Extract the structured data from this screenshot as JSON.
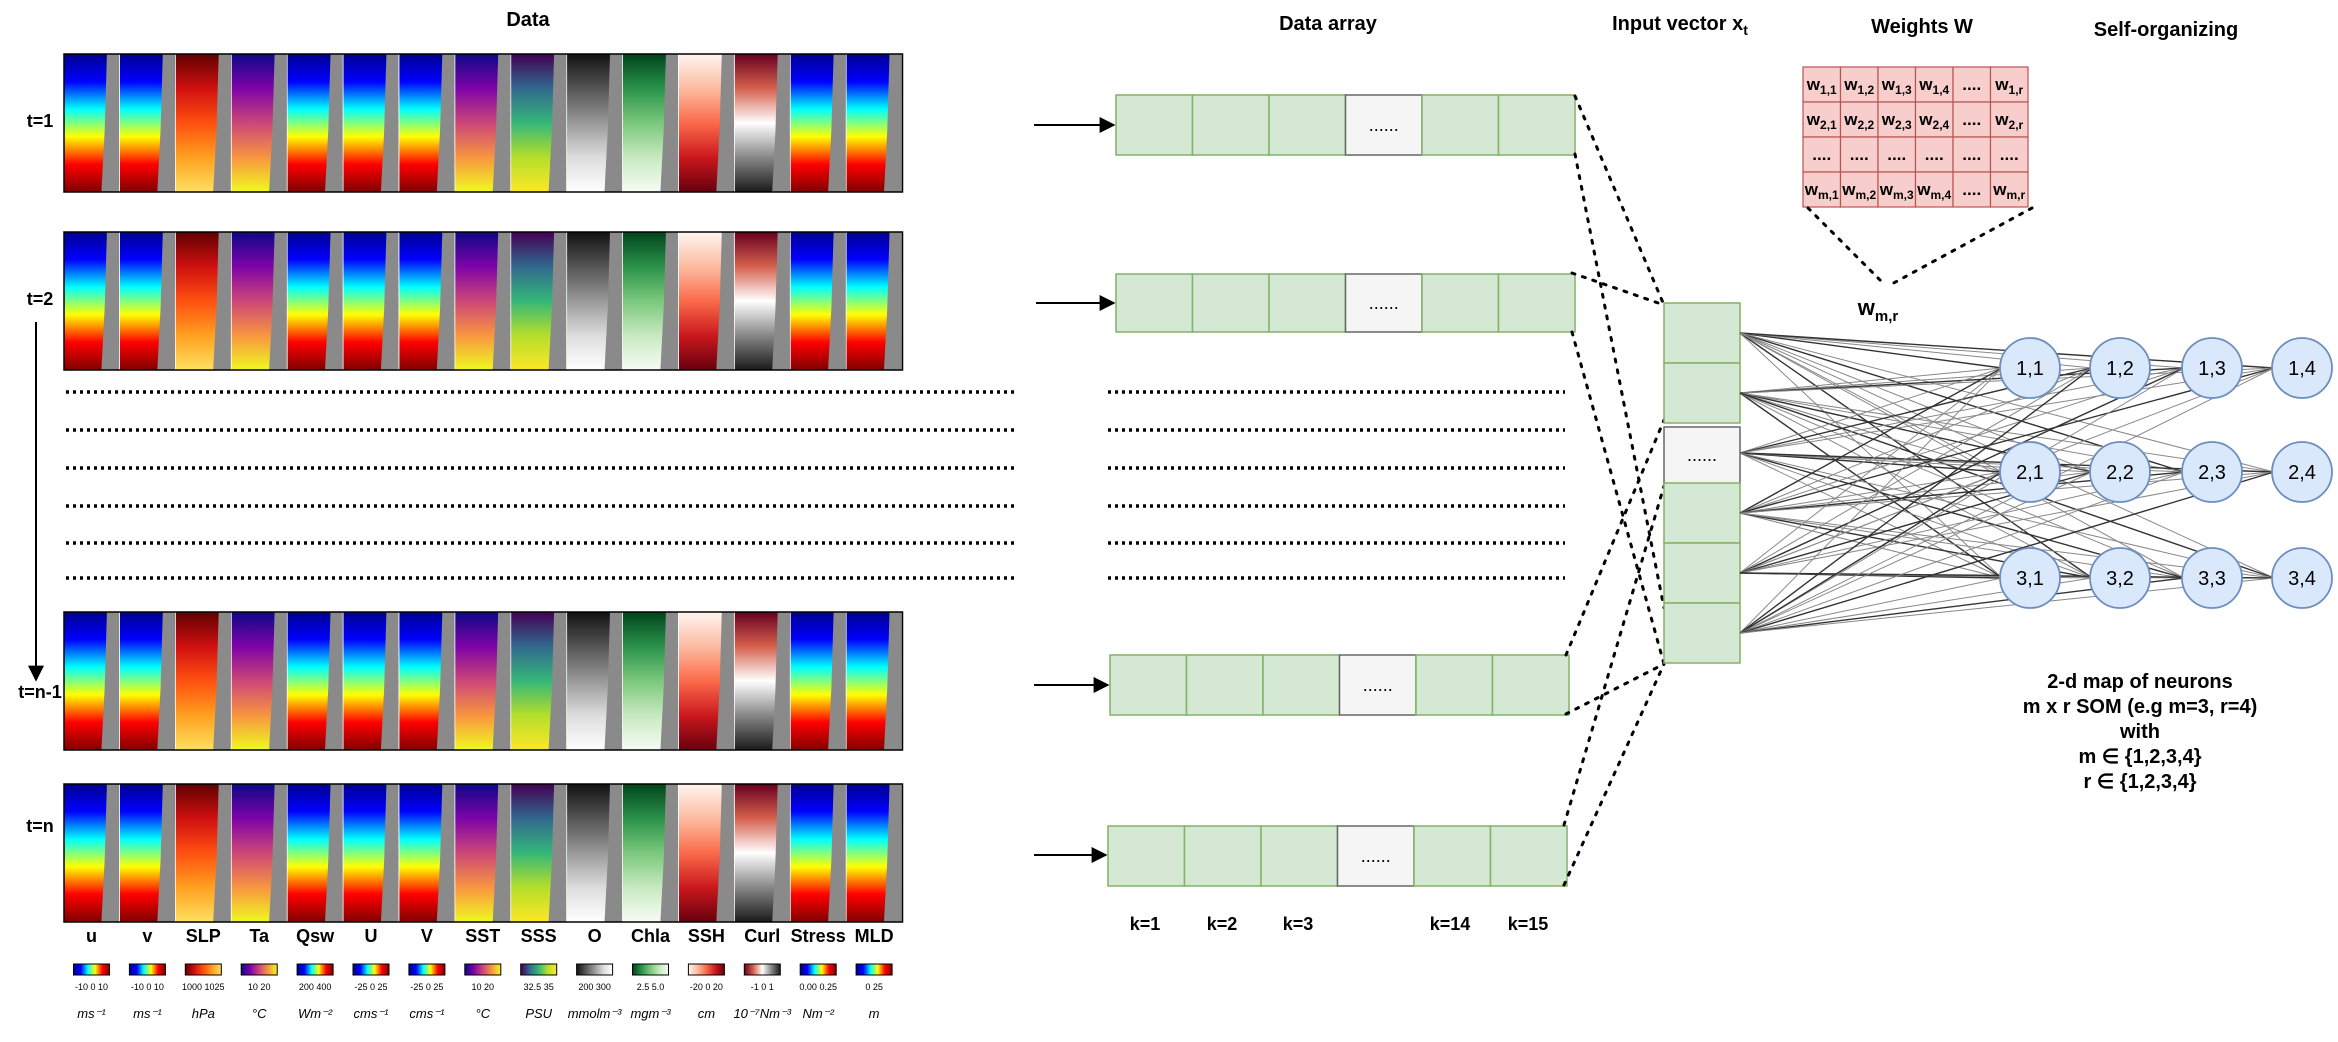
{
  "headers": {
    "data": "Data",
    "data_array": "Data array",
    "input_vector": "Input vector x",
    "input_vector_sub": "t",
    "weights": "Weights W",
    "self_organizing": "Self-organizing"
  },
  "time_labels": [
    "t=1",
    "t=2",
    "t=n-1",
    "t=n"
  ],
  "variables": [
    "u",
    "v",
    "SLP",
    "Ta",
    "Qsw",
    "U",
    "V",
    "SST",
    "SSS",
    "O",
    "Chla",
    "SSH",
    "Curl",
    "Stress",
    "MLD"
  ],
  "units": [
    "ms⁻¹",
    "ms⁻¹",
    "hPa",
    "°C",
    "Wm⁻²",
    "cms⁻¹",
    "cms⁻¹",
    "°C",
    "PSU",
    "mmolm⁻³",
    "mgm⁻³",
    "cm",
    "10⁻⁷Nm⁻³",
    "Nm⁻²",
    "m"
  ],
  "colorbar_ticks": [
    "-10 0 10",
    "-10 0 10",
    "1000 1025",
    "10 20",
    "200 400",
    "-25 0 25",
    "-25 0 25",
    "10 20",
    "32.5 35",
    "200 300",
    "2.5 5.0",
    "-20 0 20",
    "-1 0 1",
    "0.00 0.25",
    "0 25"
  ],
  "colormaps": [
    "jet",
    "jet",
    "hot",
    "plasma",
    "jet",
    "jet",
    "jet",
    "plasma",
    "viridis",
    "gray",
    "greens",
    "reds",
    "rdgy",
    "jet",
    "jet"
  ],
  "array_ellipsis": "......",
  "k_labels": [
    "k=1",
    "k=2",
    "k=3",
    "k=14",
    "k=15"
  ],
  "weights": {
    "rows": [
      [
        "w1,1",
        "w1,2",
        "w1,3",
        "w1,4",
        "....",
        "w1,r"
      ],
      [
        "w2,1",
        "w2,2",
        "w2,3",
        "w2,4",
        "....",
        "w2,r"
      ],
      [
        "....",
        "....",
        "....",
        "....",
        "....",
        "...."
      ],
      [
        "wm,1",
        "wm,2",
        "wm,3",
        "wm,4",
        "....",
        "wm,r"
      ]
    ],
    "selected": "wm,r"
  },
  "neurons": [
    [
      "1,1",
      "1,2",
      "1,3",
      "1,4"
    ],
    [
      "2,1",
      "2,2",
      "2,3",
      "2,4"
    ],
    [
      "3,1",
      "3,2",
      "3,3",
      "3,4"
    ]
  ],
  "som_note": [
    "2-d map of neurons",
    "m x r SOM (e.g m=3, r=4)",
    "with",
    "m ∈ {1,2,3,4}",
    "r ∈ {1,2,3,4}"
  ],
  "colors": {
    "array_fill": "#d5e8d4",
    "array_stroke": "#82b366",
    "weights_fill": "#f8cecc",
    "weights_stroke": "#b85450",
    "neuron_fill": "#dae8fc",
    "neuron_stroke": "#6c8ebf",
    "ellipsis_fill": "#f5f5f5"
  }
}
